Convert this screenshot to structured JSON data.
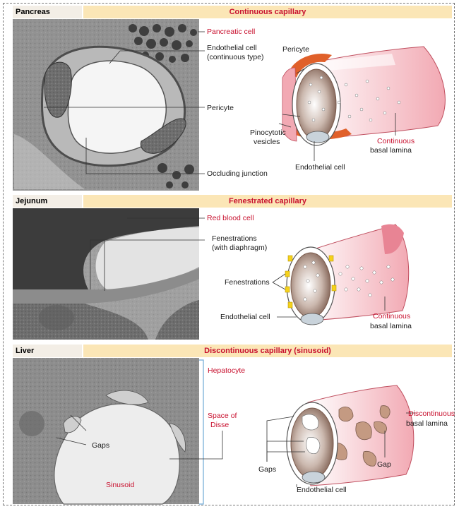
{
  "panels": [
    {
      "tag": "Pancreas",
      "title": "Continuous capillary",
      "labels": {
        "pancreatic_cell": "Pancreatic cell",
        "endothelial_cell_line1": "Endothelial cell",
        "endothelial_cell_line2": "(continuous type)",
        "pericyte_em": "Pericyte",
        "occluding_junction": "Occluding junction",
        "pericyte_diagram": "Pericyte",
        "pinocytotic_line1": "Pinocytotic",
        "pinocytotic_line2": "vesicles",
        "endothelial_cell_diagram": "Endothelial cell",
        "basal_line1": "Continuous",
        "basal_line2": "basal lamina"
      }
    },
    {
      "tag": "Jejunum",
      "title": "Fenestrated capillary",
      "labels": {
        "red_blood_cell": "Red blood cell",
        "fenestrations_line1": "Fenestrations",
        "fenestrations_line2": "(with diaphragm)",
        "fenestrations_diagram": "Fenestrations",
        "endothelial_cell_diagram": "Endothelial cell",
        "basal_line1": "Continuous",
        "basal_line2": "basal lamina"
      }
    },
    {
      "tag": "Liver",
      "title": "Discontinuous capillary (sinusoid)",
      "labels": {
        "hepatocyte": "Hepatocyte",
        "space_line1": "Space of",
        "space_line2": "Disse",
        "gaps_em": "Gaps",
        "sinusoid": "Sinusoid",
        "basal_line1": "Discontinuous",
        "basal_line2": "basal lamina",
        "gap_diagram": "Gap",
        "gaps_diagram": "Gaps",
        "endothelial_cell_diagram": "Endothelial cell"
      }
    }
  ],
  "colors": {
    "header_bar": "#fbe6b6",
    "tag_bg": "#f3eee6",
    "accent_red": "#c8102e",
    "pink": "#f2b8bf",
    "pericyte_orange": "#e0602a",
    "fenestration_yellow": "#f5d21c",
    "endothelium_brown": "#9b7a6a"
  }
}
